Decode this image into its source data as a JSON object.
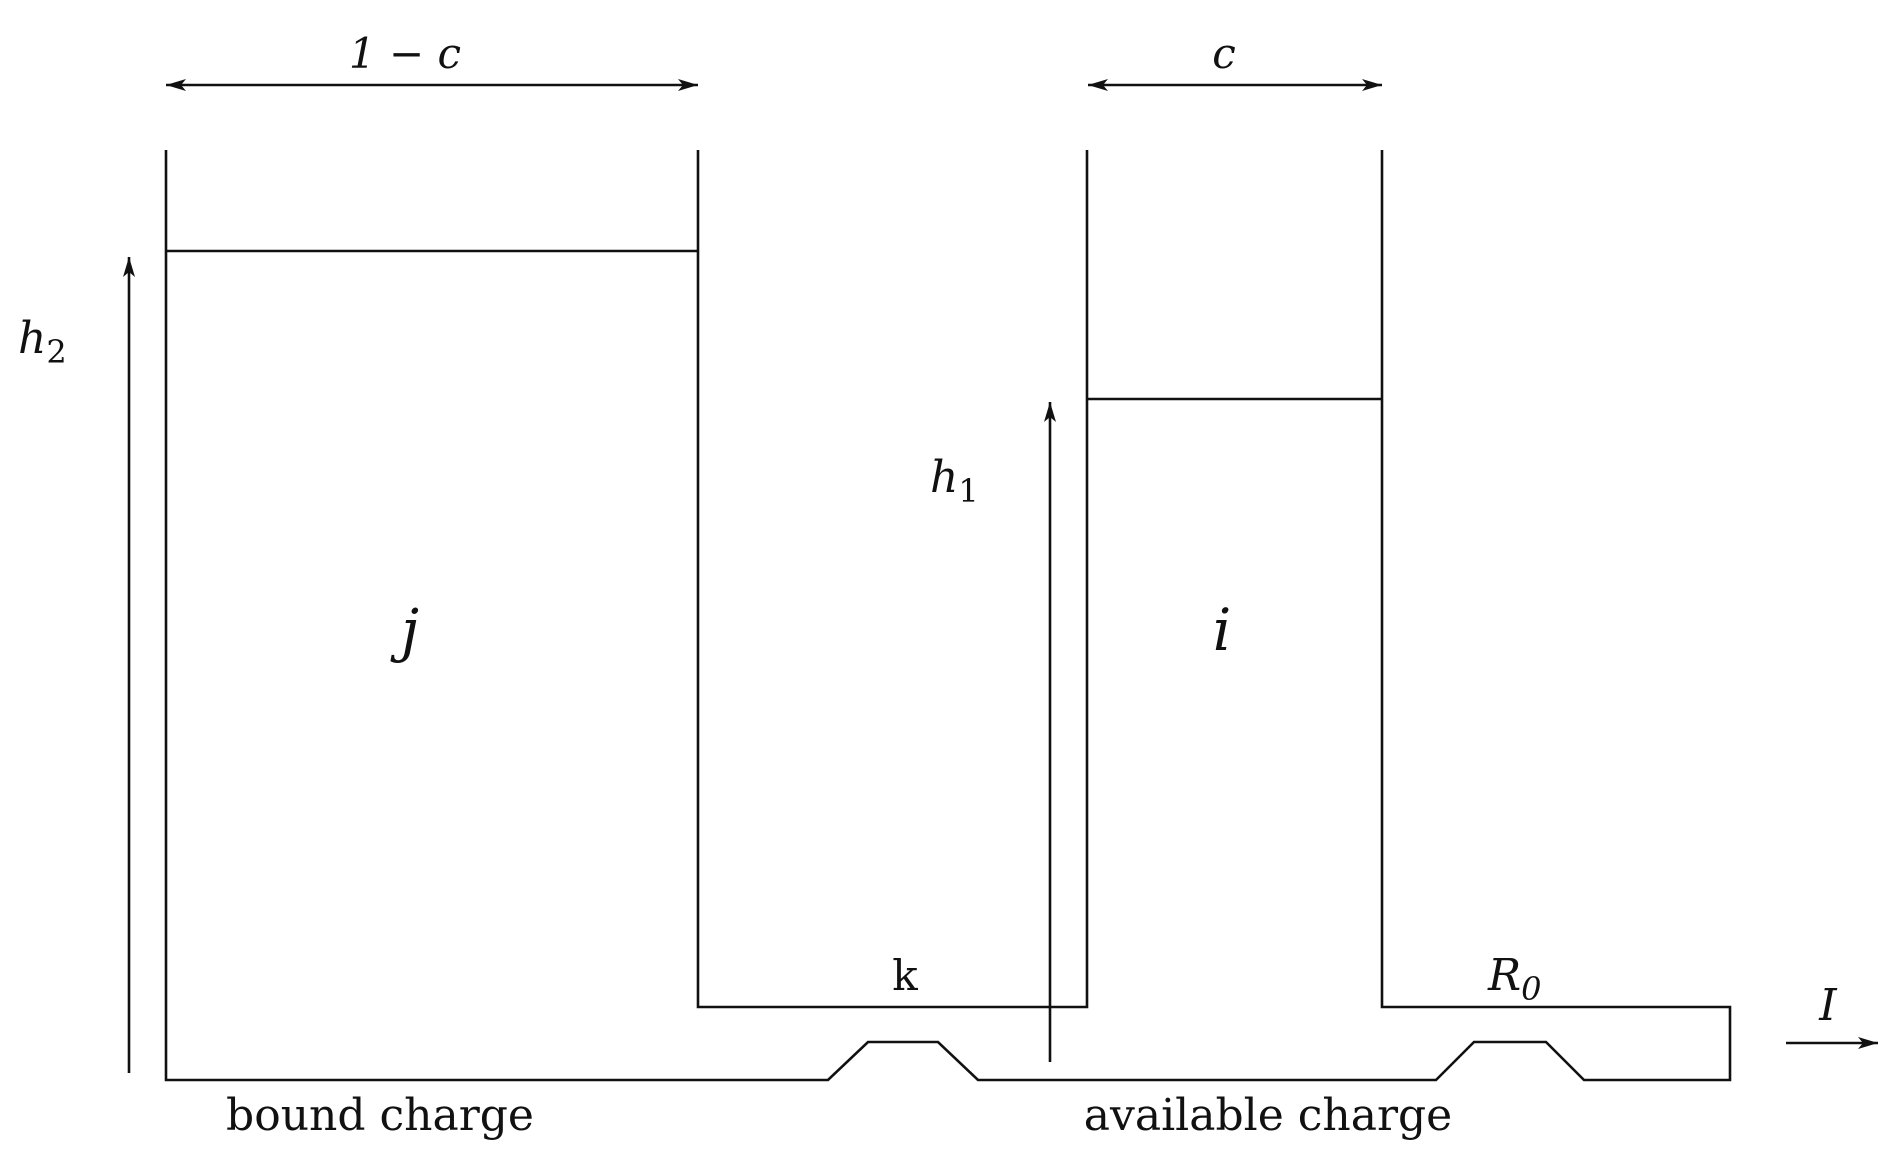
{
  "labels": {
    "width_bound": "1 − c",
    "width_available": "c",
    "height_bound_base": "h",
    "height_bound_sub": "2",
    "height_available_base": "h",
    "height_available_sub": "1",
    "well_bound": "j",
    "well_available": "i",
    "valve_between": "k",
    "resistor_base": "R",
    "resistor_sub": "0",
    "output_current": "I",
    "caption_bound": "bound charge",
    "caption_available": "available charge"
  },
  "colors": {
    "line": "#111111",
    "background": "#ffffff"
  }
}
